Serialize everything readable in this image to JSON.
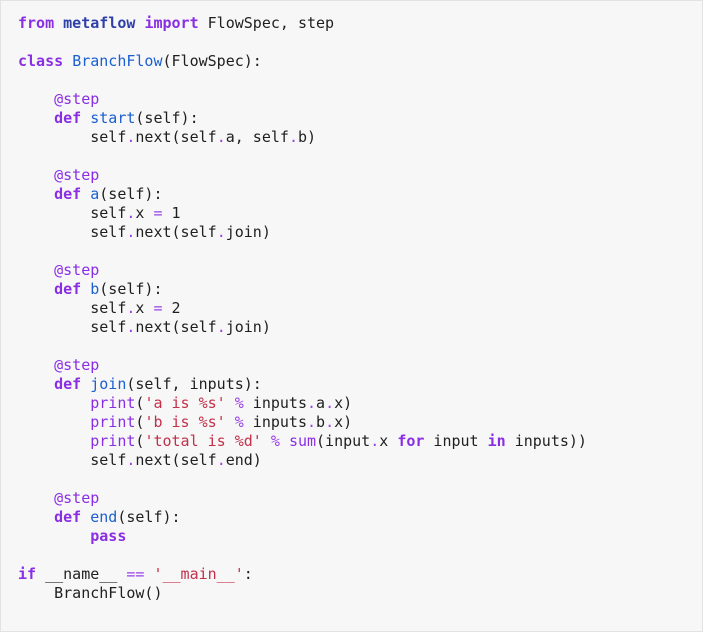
{
  "code": {
    "lines": [
      [
        {
          "t": "from",
          "c": "kw"
        },
        {
          "t": " ",
          "c": "id"
        },
        {
          "t": "metaflow",
          "c": "mod"
        },
        {
          "t": " ",
          "c": "id"
        },
        {
          "t": "import",
          "c": "kw"
        },
        {
          "t": " FlowSpec, step",
          "c": "id"
        }
      ],
      [],
      [
        {
          "t": "class",
          "c": "kw"
        },
        {
          "t": " ",
          "c": "id"
        },
        {
          "t": "BranchFlow",
          "c": "cls"
        },
        {
          "t": "(FlowSpec):",
          "c": "id"
        }
      ],
      [],
      [
        {
          "t": "    ",
          "c": "id"
        },
        {
          "t": "@step",
          "c": "deco"
        }
      ],
      [
        {
          "t": "    ",
          "c": "id"
        },
        {
          "t": "def",
          "c": "kw"
        },
        {
          "t": " ",
          "c": "id"
        },
        {
          "t": "start",
          "c": "fn"
        },
        {
          "t": "(self):",
          "c": "id"
        }
      ],
      [
        {
          "t": "        self",
          "c": "id"
        },
        {
          "t": ".",
          "c": "op"
        },
        {
          "t": "next(self",
          "c": "id"
        },
        {
          "t": ".",
          "c": "op"
        },
        {
          "t": "a, self",
          "c": "id"
        },
        {
          "t": ".",
          "c": "op"
        },
        {
          "t": "b)",
          "c": "id"
        }
      ],
      [],
      [
        {
          "t": "    ",
          "c": "id"
        },
        {
          "t": "@step",
          "c": "deco"
        }
      ],
      [
        {
          "t": "    ",
          "c": "id"
        },
        {
          "t": "def",
          "c": "kw"
        },
        {
          "t": " ",
          "c": "id"
        },
        {
          "t": "a",
          "c": "fn"
        },
        {
          "t": "(self):",
          "c": "id"
        }
      ],
      [
        {
          "t": "        self",
          "c": "id"
        },
        {
          "t": ".",
          "c": "op"
        },
        {
          "t": "x ",
          "c": "id"
        },
        {
          "t": "=",
          "c": "op"
        },
        {
          "t": " 1",
          "c": "id"
        }
      ],
      [
        {
          "t": "        self",
          "c": "id"
        },
        {
          "t": ".",
          "c": "op"
        },
        {
          "t": "next(self",
          "c": "id"
        },
        {
          "t": ".",
          "c": "op"
        },
        {
          "t": "join)",
          "c": "id"
        }
      ],
      [],
      [
        {
          "t": "    ",
          "c": "id"
        },
        {
          "t": "@step",
          "c": "deco"
        }
      ],
      [
        {
          "t": "    ",
          "c": "id"
        },
        {
          "t": "def",
          "c": "kw"
        },
        {
          "t": " ",
          "c": "id"
        },
        {
          "t": "b",
          "c": "fn"
        },
        {
          "t": "(self):",
          "c": "id"
        }
      ],
      [
        {
          "t": "        self",
          "c": "id"
        },
        {
          "t": ".",
          "c": "op"
        },
        {
          "t": "x ",
          "c": "id"
        },
        {
          "t": "=",
          "c": "op"
        },
        {
          "t": " 2",
          "c": "id"
        }
      ],
      [
        {
          "t": "        self",
          "c": "id"
        },
        {
          "t": ".",
          "c": "op"
        },
        {
          "t": "next(self",
          "c": "id"
        },
        {
          "t": ".",
          "c": "op"
        },
        {
          "t": "join)",
          "c": "id"
        }
      ],
      [],
      [
        {
          "t": "    ",
          "c": "id"
        },
        {
          "t": "@step",
          "c": "deco"
        }
      ],
      [
        {
          "t": "    ",
          "c": "id"
        },
        {
          "t": "def",
          "c": "kw"
        },
        {
          "t": " ",
          "c": "id"
        },
        {
          "t": "join",
          "c": "fn"
        },
        {
          "t": "(self, inputs):",
          "c": "id"
        }
      ],
      [
        {
          "t": "        ",
          "c": "id"
        },
        {
          "t": "print",
          "c": "builtin"
        },
        {
          "t": "(",
          "c": "id"
        },
        {
          "t": "'a is %s'",
          "c": "str"
        },
        {
          "t": " ",
          "c": "id"
        },
        {
          "t": "%",
          "c": "op"
        },
        {
          "t": " inputs",
          "c": "id"
        },
        {
          "t": ".",
          "c": "op"
        },
        {
          "t": "a",
          "c": "id"
        },
        {
          "t": ".",
          "c": "op"
        },
        {
          "t": "x)",
          "c": "id"
        }
      ],
      [
        {
          "t": "        ",
          "c": "id"
        },
        {
          "t": "print",
          "c": "builtin"
        },
        {
          "t": "(",
          "c": "id"
        },
        {
          "t": "'b is %s'",
          "c": "str"
        },
        {
          "t": " ",
          "c": "id"
        },
        {
          "t": "%",
          "c": "op"
        },
        {
          "t": " inputs",
          "c": "id"
        },
        {
          "t": ".",
          "c": "op"
        },
        {
          "t": "b",
          "c": "id"
        },
        {
          "t": ".",
          "c": "op"
        },
        {
          "t": "x)",
          "c": "id"
        }
      ],
      [
        {
          "t": "        ",
          "c": "id"
        },
        {
          "t": "print",
          "c": "builtin"
        },
        {
          "t": "(",
          "c": "id"
        },
        {
          "t": "'total is %d'",
          "c": "str"
        },
        {
          "t": " ",
          "c": "id"
        },
        {
          "t": "%",
          "c": "op"
        },
        {
          "t": " ",
          "c": "id"
        },
        {
          "t": "sum",
          "c": "builtin"
        },
        {
          "t": "(input",
          "c": "id"
        },
        {
          "t": ".",
          "c": "op"
        },
        {
          "t": "x ",
          "c": "id"
        },
        {
          "t": "for",
          "c": "kw"
        },
        {
          "t": " input ",
          "c": "id"
        },
        {
          "t": "in",
          "c": "kw"
        },
        {
          "t": " inputs))",
          "c": "id"
        }
      ],
      [
        {
          "t": "        self",
          "c": "id"
        },
        {
          "t": ".",
          "c": "op"
        },
        {
          "t": "next(self",
          "c": "id"
        },
        {
          "t": ".",
          "c": "op"
        },
        {
          "t": "end)",
          "c": "id"
        }
      ],
      [],
      [
        {
          "t": "    ",
          "c": "id"
        },
        {
          "t": "@step",
          "c": "deco"
        }
      ],
      [
        {
          "t": "    ",
          "c": "id"
        },
        {
          "t": "def",
          "c": "kw"
        },
        {
          "t": " ",
          "c": "id"
        },
        {
          "t": "end",
          "c": "fn"
        },
        {
          "t": "(self):",
          "c": "id"
        }
      ],
      [
        {
          "t": "        ",
          "c": "id"
        },
        {
          "t": "pass",
          "c": "kw"
        }
      ],
      [],
      [
        {
          "t": "if",
          "c": "kw"
        },
        {
          "t": " __name__ ",
          "c": "id"
        },
        {
          "t": "==",
          "c": "op"
        },
        {
          "t": " ",
          "c": "id"
        },
        {
          "t": "'__main__'",
          "c": "str"
        },
        {
          "t": ":",
          "c": "id"
        }
      ],
      [
        {
          "t": "    BranchFlow()",
          "c": "id"
        }
      ]
    ]
  }
}
